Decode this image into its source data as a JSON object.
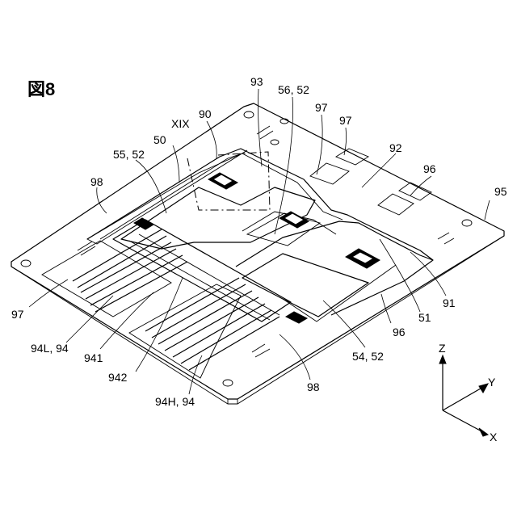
{
  "figure": {
    "title": "図8",
    "section_mark": "XIX",
    "labels": {
      "n93": "93",
      "n56_52": "56, 52",
      "n90": "90",
      "n97_a": "97",
      "n97_b": "97",
      "n55_52": "55, 52",
      "n50": "50",
      "n92": "92",
      "n96_top": "96",
      "n95": "95",
      "n98_left": "98",
      "n97_left": "97",
      "n94L_94": "94L, 94",
      "n941": "941",
      "n942": "942",
      "n94H_94": "94H, 94",
      "n98_bottom": "98",
      "n54_52": "54, 52",
      "n96_bottom": "96",
      "n51": "51",
      "n91": "91"
    },
    "axes": {
      "z": "Z",
      "y": "Y",
      "x": "X"
    }
  }
}
